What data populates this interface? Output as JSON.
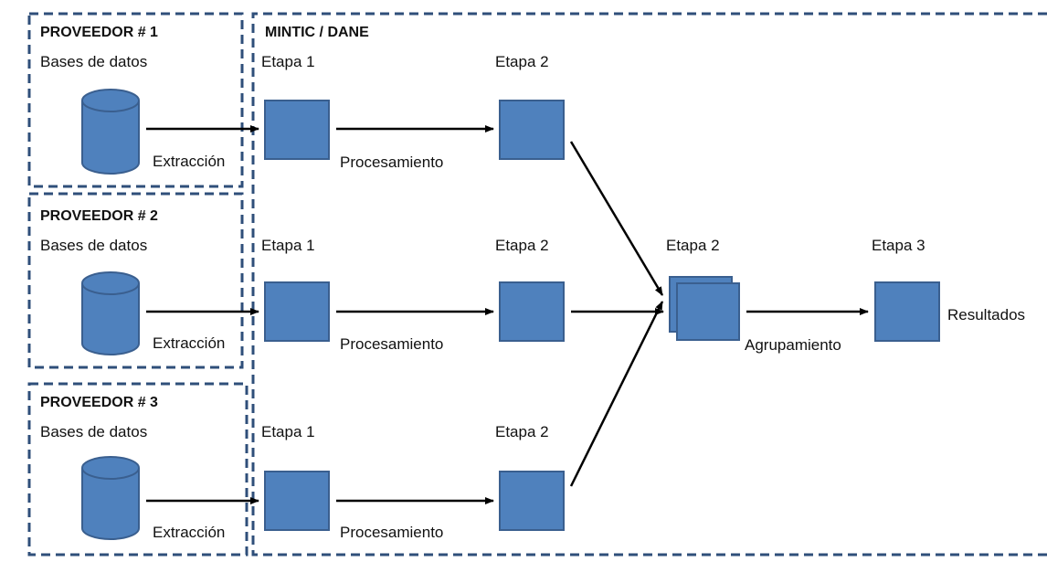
{
  "colors": {
    "box_fill": "#4F81BD",
    "box_stroke": "#3A5F8F",
    "dashed_border": "#2F4F7A",
    "arrow": "#000000"
  },
  "providers": [
    {
      "title": "PROVEEDOR # 1",
      "subtitle": "Bases de datos",
      "edge_label": "Extracción"
    },
    {
      "title": "PROVEEDOR # 2",
      "subtitle": "Bases de datos",
      "edge_label": "Extracción"
    },
    {
      "title": "PROVEEDOR # 3",
      "subtitle": "Bases de datos",
      "edge_label": "Extracción"
    }
  ],
  "mintic": {
    "title": "MINTIC / DANE",
    "rows": [
      {
        "stage1": "Etapa 1",
        "stage2": "Etapa 2",
        "edge_label": "Procesamiento"
      },
      {
        "stage1": "Etapa 1",
        "stage2": "Etapa 2",
        "edge_label": "Procesamiento"
      },
      {
        "stage1": "Etapa 1",
        "stage2": "Etapa 2",
        "edge_label": "Procesamiento"
      }
    ],
    "merge_stage": "Etapa 2",
    "final_stage": "Etapa 3",
    "merge_edge_label": "Agrupamiento",
    "result_label": "Resultados"
  },
  "icons": {
    "database": "database-icon"
  }
}
